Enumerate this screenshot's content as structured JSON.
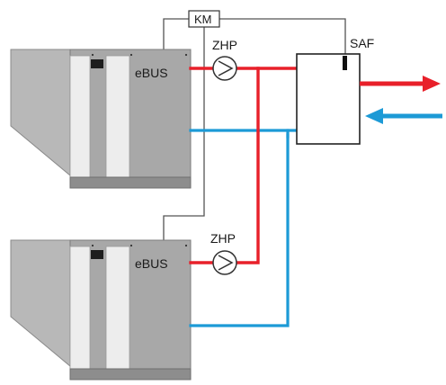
{
  "diagram": {
    "labels": {
      "controller": "KM",
      "cylinder": "SAF",
      "pump_top": "ZHP",
      "pump_bottom": "ZHP",
      "bus_top": "eBUS",
      "bus_bottom": "eBUS"
    },
    "colors": {
      "hot_pipe": "#e8202a",
      "cold_pipe": "#1c9ad6",
      "wire": "#555555",
      "unit_body": "#a9a9a9",
      "unit_side": "#bcbcbc",
      "unit_front_light": "#ececec",
      "unit_base": "#8f8f8f"
    },
    "icons": [
      "boiler-unit",
      "circulation-pump-icon",
      "storage-cylinder",
      "controller-box",
      "flow-arrow"
    ]
  }
}
